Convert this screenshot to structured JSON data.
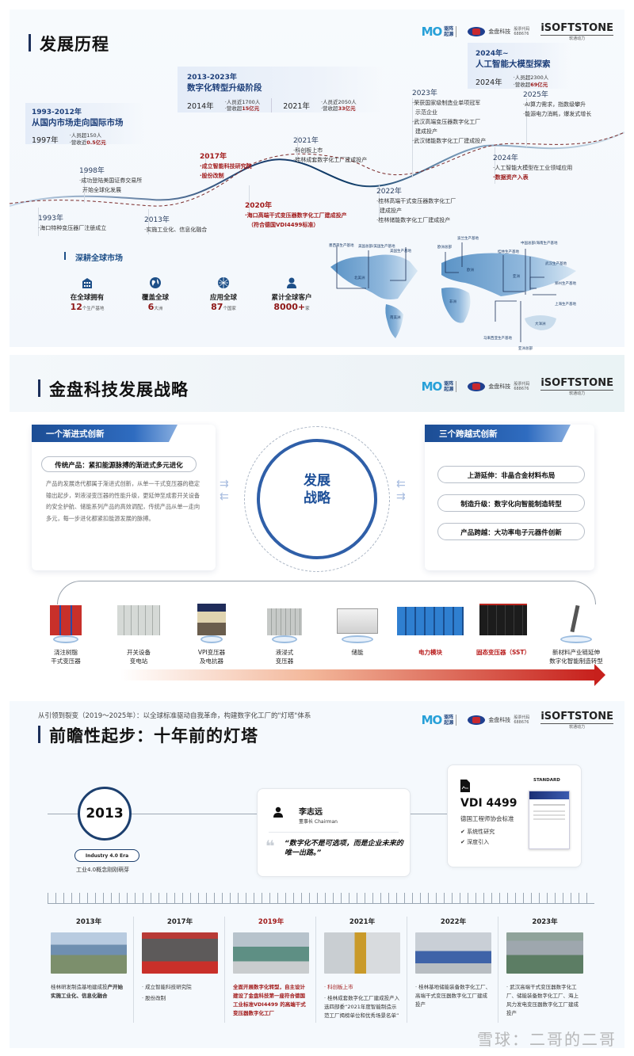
{
  "logos": {
    "mo": {
      "mark": "MO",
      "text_line1": "驱阵",
      "text_line2": "起源"
    },
    "jinpan": {
      "name": "金盘科技",
      "code_label": "股票代码",
      "code": "688676"
    },
    "isoftstone": {
      "name": "iSOFTSTONE",
      "sub": "软通动力"
    }
  },
  "history": {
    "title": "发展历程",
    "phases": [
      {
        "years": "1993-2012年",
        "name": "从国内市场走向国际市场",
        "rows": [
          {
            "year": "1997年",
            "staff": "·人员超150人",
            "revenue_prefix": "·营收近",
            "revenue": "0.5亿元"
          }
        ]
      },
      {
        "years": "2013-2023年",
        "name": "数字化转型升级阶段",
        "rows": [
          {
            "year": "2014年",
            "staff": "·人员近1700人",
            "revenue_prefix": "·营收超",
            "revenue": "15亿元"
          },
          {
            "year": "2021年",
            "staff": "·人员近2050人",
            "revenue_prefix": "·营收超",
            "revenue": "33亿元"
          }
        ]
      },
      {
        "years": "2024年~",
        "name": "人工智能大模型探索",
        "rows": [
          {
            "year": "2024年",
            "staff": "·人员超2300人",
            "revenue_prefix": "·营收超",
            "revenue": "69亿元"
          }
        ]
      }
    ],
    "events": [
      {
        "year": "1993年",
        "lines": [
          "·海口特种变压器厂注册成立"
        ]
      },
      {
        "year": "1998年",
        "lines": [
          "·成功登陆美国证券交易所",
          "  开始全球化发展"
        ]
      },
      {
        "year": "2013年",
        "lines": [
          "·实施工业化、信息化融合"
        ]
      },
      {
        "year": "2017年",
        "lines": [
          "·成立智能科技研究院",
          "·股份改制"
        ],
        "highlight": true
      },
      {
        "year": "2020年",
        "lines": [
          "·海口高端干式变压器数字化工厂建成投产",
          "（符合德国VDI4499标准）"
        ],
        "highlight": true
      },
      {
        "year": "2021年",
        "lines": [
          "·科创板上市",
          "·桂林成套数字化工厂建成投产"
        ]
      },
      {
        "year": "2022年",
        "lines": [
          "·桂林高端干式变压器数字化工厂",
          "  建成投产",
          "·桂林储能数字化工厂建成投产"
        ]
      },
      {
        "year": "2023年",
        "lines": [
          "·荣获国家级制造业单项冠军",
          "  示范企业",
          "·武汉高端变压器数字化工厂",
          "  建成投产",
          "·武汉储能数字化工厂建成投产"
        ]
      },
      {
        "year": "2024年",
        "lines": [
          "·人工智能大模型在工业领域应用"
        ],
        "red_line": "·数据资产入表"
      },
      {
        "year": "2025年",
        "lines": [
          "·AI算力需求，指数级攀升",
          "·能源电力消耗，爆发式增长"
        ]
      }
    ],
    "global": {
      "subtitle": "深耕全球市场",
      "stats": [
        {
          "icon": "factory-icon",
          "label": "在全球拥有",
          "value": "12",
          "unit": "个生产基地"
        },
        {
          "icon": "globe-icon",
          "label": "覆盖全球",
          "value": "6",
          "unit": "大洲"
        },
        {
          "icon": "network-globe-icon",
          "label": "应用全球",
          "value": "87",
          "unit": "个国家"
        },
        {
          "icon": "customer-icon",
          "label": "累计全球客户",
          "value": "8000+",
          "unit": "家"
        }
      ],
      "map_labels": {
        "mexico": "墨西哥生产基地",
        "usa_sales": "美国总部\n美国生产基地\n（美国销售营点）",
        "usa_base": "美国生产基地\n（美国南卡罗来纳州基地）",
        "europe_hq": "欧洲总部",
        "europe_base": "波兰生产基地",
        "guilin": "桂林生产基地",
        "china_hq": "中国总部\n海南生产基地",
        "wuhan": "武汉生产基地\n武汉金盘生产基地",
        "zhengzhou": "郑州生产基地",
        "shanghai": "上海生产基地",
        "malaysia": "马来西亚生产基地",
        "asia_hq": "亚洲总部",
        "na": "北美洲",
        "sa": "南美洲",
        "eu": "欧洲",
        "af": "非洲",
        "as": "亚洲",
        "oc": "大洋洲"
      }
    }
  },
  "strategy": {
    "title": "金盘科技发展战略",
    "left": {
      "banner": "一个渐进式创新",
      "pill": "传统产品：紧扣能源脉搏的渐进式多元进化",
      "paragraph": "产品的发展迭代都属于渐进式创新，从单一干式变压器的稳定输出起步，到液浸变压器的性能升级，更延伸至成套开关设备的安全护航、储能系列产品的高效调配，传统产品从单一走向多元，每一步进化都紧扣能源发展的脉搏。"
    },
    "center": {
      "line1": "发展",
      "line2": "战略"
    },
    "right": {
      "banner": "三个跨越式创新",
      "pills": [
        "上游延伸：非晶合金材料布局",
        "制造升级：数字化向智能制造转型",
        "产品跨越：大功率电子元器件创新"
      ]
    },
    "products": [
      {
        "line1": "浇注树脂",
        "line2": "干式变压器",
        "hot": false
      },
      {
        "line1": "开关设备",
        "line2": "变电站",
        "hot": false
      },
      {
        "line1": "VPI变压器",
        "line2": "及电抗器",
        "hot": false
      },
      {
        "line1": "液浸式",
        "line2": "变压器",
        "hot": false
      },
      {
        "line1": "储能",
        "line2": "",
        "hot": false
      },
      {
        "line1": "电力模块",
        "line2": "",
        "hot": true
      },
      {
        "line1": "固态变压器（SST）",
        "line2": "",
        "hot": true
      },
      {
        "line1": "新材料产业链延伸",
        "line2": "数字化智能制造转型",
        "hot": false
      }
    ]
  },
  "lighthouse": {
    "kicker": "从引领到裂变（2019～2025年）：以全球标准驱动自我革命，构建数字化工厂的\"灯塔\"体系",
    "title": "前瞻性起步：十年前的灯塔",
    "year": "2013",
    "era_badge": "Industry 4.0 Era",
    "era_desc": "工业4.0概念刚刚萌芽",
    "person": {
      "name": "李志远",
      "role": "董事长 Chairman",
      "quote": "“数字化不是可选项，而是企业未来的唯一出路。”"
    },
    "standard": {
      "tag": "STANDARD",
      "name": "VDI 4499",
      "desc": "德国工程师协会标准",
      "checks": [
        "系统性研究",
        "深度引入"
      ]
    },
    "milestones": [
      {
        "year": "2013年",
        "hot": false,
        "photo": [
          "#8aa9c9",
          "#7c8f6c"
        ],
        "text_plain": "桂林研发制造基地建成投",
        "text_bold": "产开始实施工业化、信息化融合"
      },
      {
        "year": "2017年",
        "hot": false,
        "photo": [
          "#b83a35",
          "#5d5a5a"
        ],
        "bullets": [
          "成立智能科技研究院",
          "股份改制"
        ]
      },
      {
        "year": "2019年",
        "hot": true,
        "photo": [
          "#b7c3cc",
          "#5e8f84"
        ],
        "text_hot": "全面开展数字化转型，自主设计建设了金盘科技第一座符合德国工业标准VDI4499 的高端干式变压器数字化工厂"
      },
      {
        "year": "2021年",
        "hot": false,
        "photo": [
          "#c9ced2",
          "#c99a2a"
        ],
        "bullets_hot": [
          "科创板上市"
        ],
        "bullets": [
          "桂林成套数字化工厂建成投产入选四部委“2021年度智能制造示范工厂揭榜单位和优秀场景名单”"
        ]
      },
      {
        "year": "2022年",
        "hot": false,
        "photo": [
          "#c9cfd6",
          "#3f63a8"
        ],
        "bullets": [
          "桂林基地储能装备数字化工厂、高端干式变压器数字化工厂建成投产"
        ]
      },
      {
        "year": "2023年",
        "hot": false,
        "photo": [
          "#5c7d64",
          "#9ea7ae"
        ],
        "bullets": [
          "武汉高端干式变压器数字化工厂、储能装备数字化工厂、海上风力发电变压器数字化工厂建成投产"
        ]
      }
    ],
    "watermark": "雪球：二哥的二哥"
  }
}
